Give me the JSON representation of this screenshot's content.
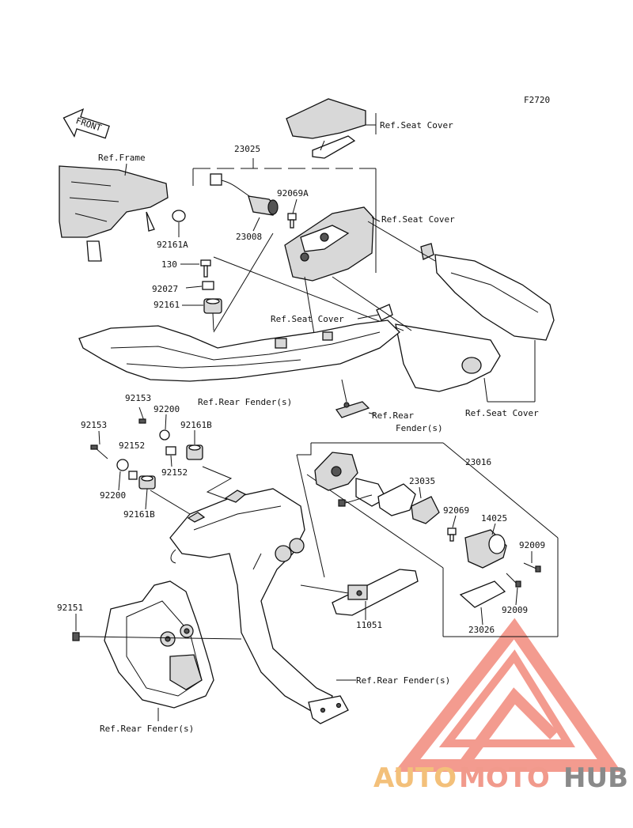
{
  "diagram": {
    "figure_code": "F2720",
    "front_marker": "FRONT",
    "refs": {
      "seat_cover_1": "Ref.Seat Cover",
      "seat_cover_2": "Ref.Seat Cover",
      "seat_cover_3": "Ref.Seat Cover",
      "seat_cover_4": "Ref.Seat Cover",
      "frame": "Ref.Frame",
      "rear_fender_1": "Ref.Rear Fender(s)",
      "rear_fender_2_line1": "Ref.Rear",
      "rear_fender_2_line2": "Fender(s)",
      "rear_fender_3": "Ref.Rear Fender(s)",
      "rear_fender_4": "Ref.Rear Fender(s)"
    },
    "parts": {
      "p23025": "23025",
      "p92069A": "92069A",
      "p23008": "23008",
      "p92161A": "92161A",
      "p130": "130",
      "p92027": "92027",
      "p92161": "92161",
      "p92153a": "92153",
      "p92200a": "92200",
      "p92161Ba": "92161B",
      "p92153b": "92153",
      "p92152a": "92152",
      "p92152b": "92152",
      "p92200b": "92200",
      "p92161Bb": "92161B",
      "p23016": "23016",
      "p23035": "23035",
      "p92069": "92069",
      "p14025": "14025",
      "p92009a": "92009",
      "p92009b": "92009",
      "p23026": "23026",
      "p11051": "11051",
      "p92151": "92151"
    }
  },
  "watermark": {
    "part1": "AUTO",
    "part2": "MOTO",
    "part3": "HUB",
    "colors": {
      "auto": "#f3c07a",
      "moto": "#f19a8c",
      "hub": "#8a8a8a",
      "logo": "#f07a6a"
    }
  }
}
